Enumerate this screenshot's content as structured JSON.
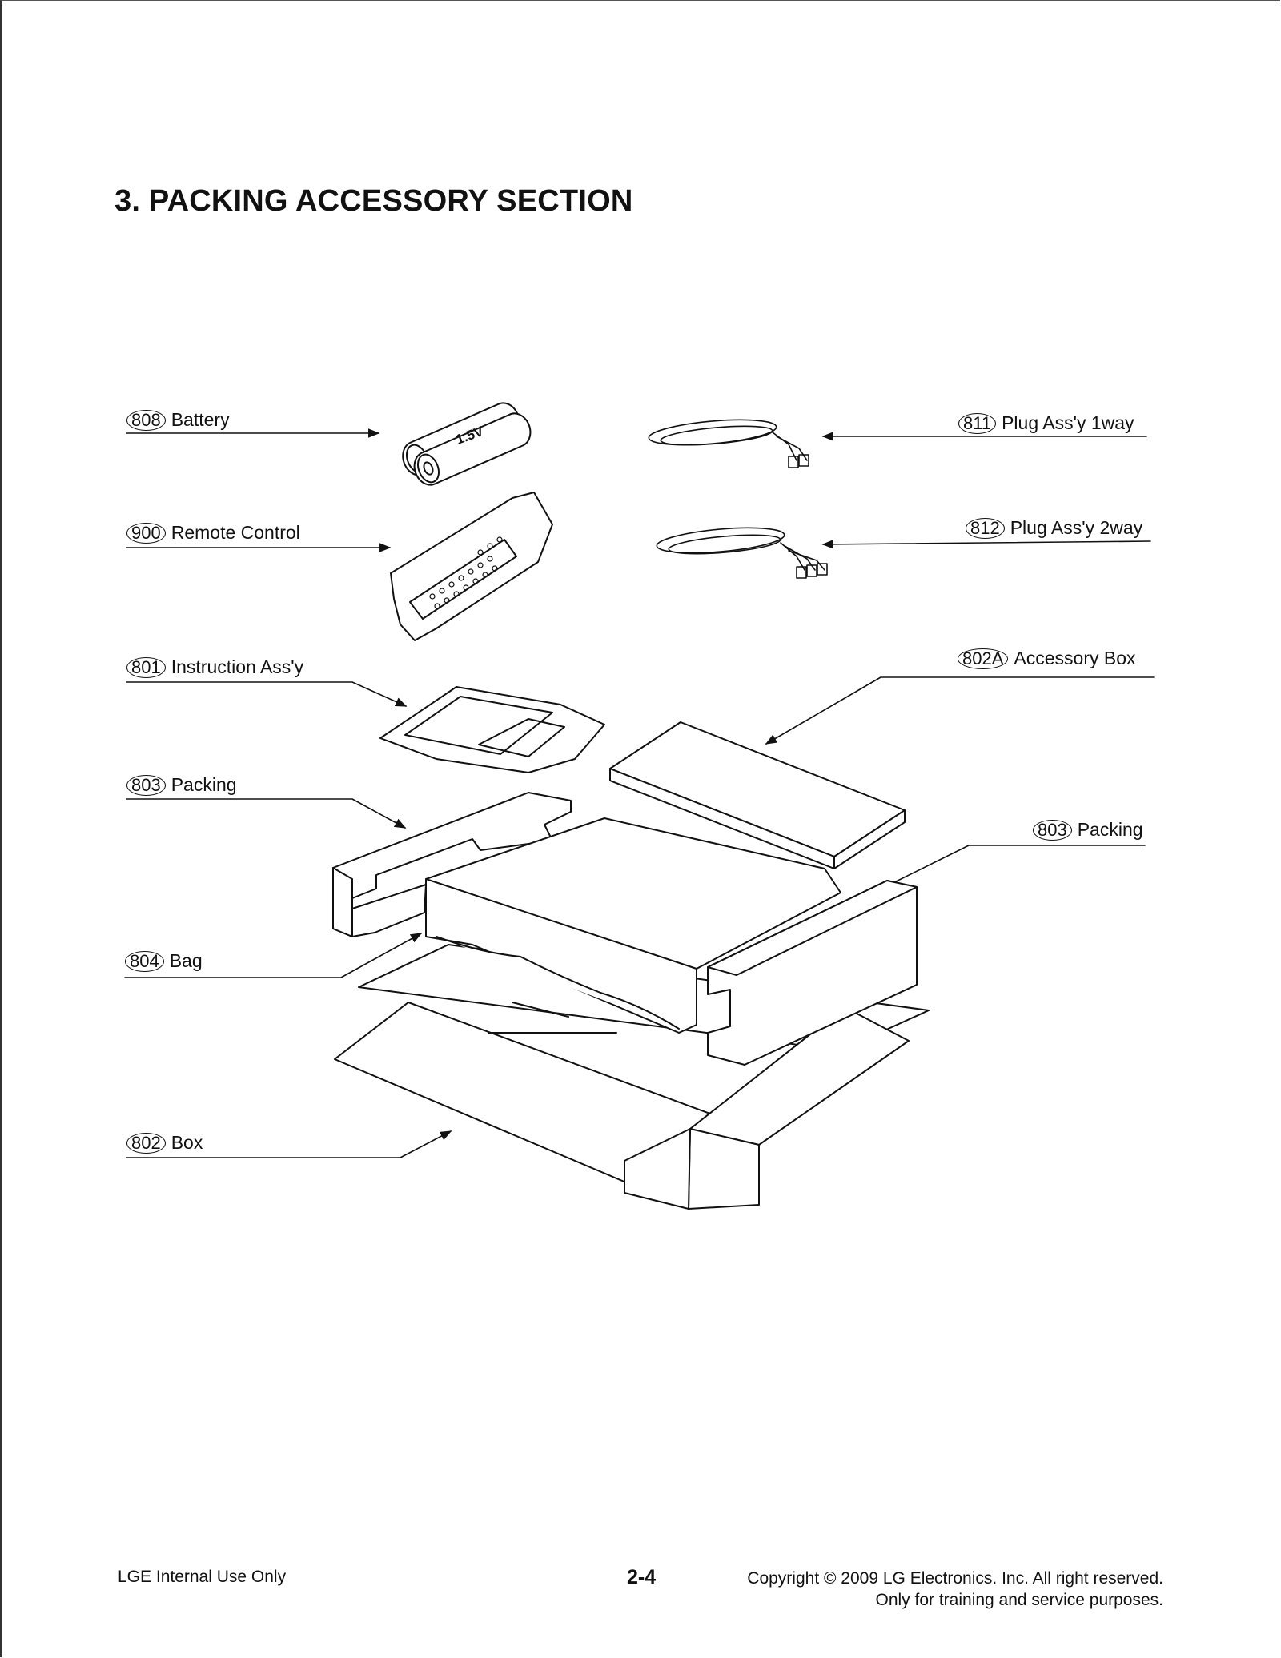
{
  "title": "3. PACKING ACCESSORY SECTION",
  "parts": [
    {
      "number": "808",
      "name": "Battery"
    },
    {
      "number": "900",
      "name": "Remote Control"
    },
    {
      "number": "801",
      "name": "Instruction Ass'y"
    },
    {
      "number": "803",
      "name": "Packing"
    },
    {
      "number": "804",
      "name": "Bag"
    },
    {
      "number": "802",
      "name": "Box"
    },
    {
      "number": "811",
      "name": "Plug Ass'y 1way"
    },
    {
      "number": "812",
      "name": "Plug Ass'y 2way"
    },
    {
      "number": "802A",
      "name": "Accessory Box"
    },
    {
      "number": "803",
      "name": "Packing"
    }
  ],
  "battery_label": "1.5V",
  "footer": {
    "left": "LGE Internal Use Only",
    "page": "2-4",
    "copyright_line1": "Copyright © 2009 LG Electronics. Inc. All right reserved.",
    "copyright_line2": "Only for training and service purposes."
  }
}
